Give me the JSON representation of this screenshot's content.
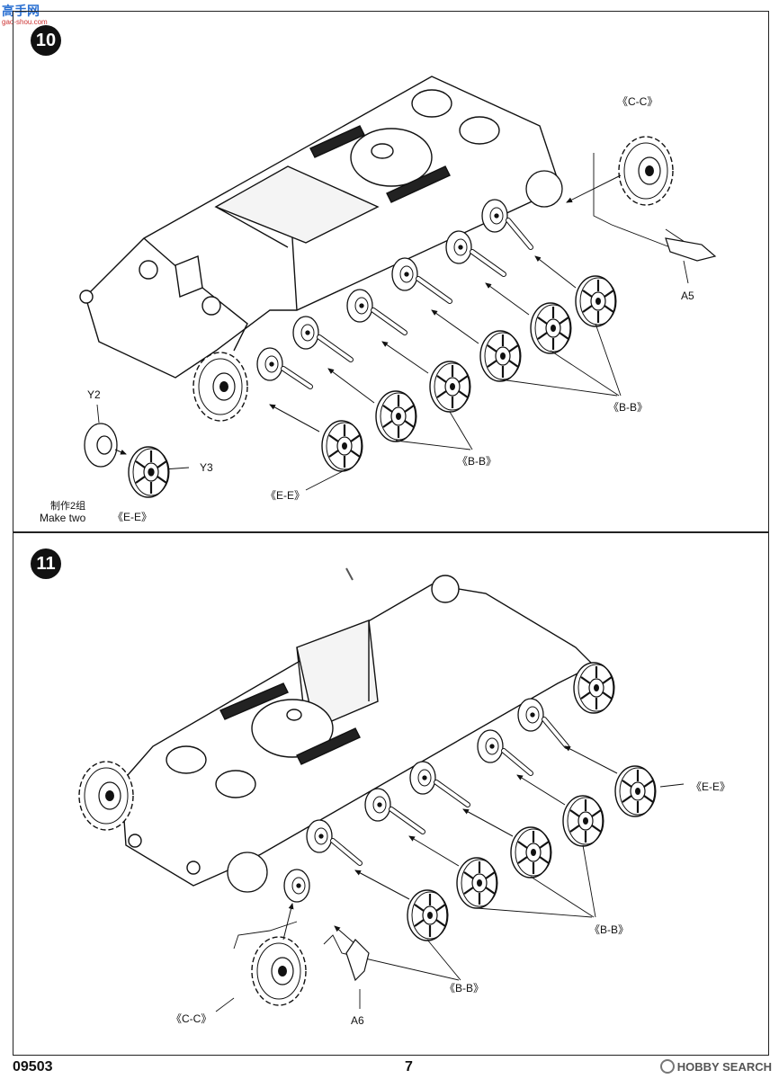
{
  "watermark": {
    "site_name": "高手网",
    "site_url": "gao-shou.com"
  },
  "step10": {
    "number": "10",
    "labels": {
      "cc": "《C-C》",
      "a5": "A5",
      "bb_right": "《B-B》",
      "bb_middle": "《B-B》",
      "ee_main": "《E-E》",
      "y2": "Y2",
      "y3": "Y3",
      "ee_sub": "《E-E》",
      "make_two_cn": "制作2组",
      "make_two_en": "Make two"
    }
  },
  "step11": {
    "number": "11",
    "labels": {
      "ee": "《E-E》",
      "bb_right": "《B-B》",
      "bb_bottom": "《B-B》",
      "cc": "《C-C》",
      "a6": "A6"
    }
  },
  "footer": {
    "product_code": "09503",
    "page_number": "7"
  },
  "hobby_search": {
    "text": "HOBBY SEARCH"
  }
}
